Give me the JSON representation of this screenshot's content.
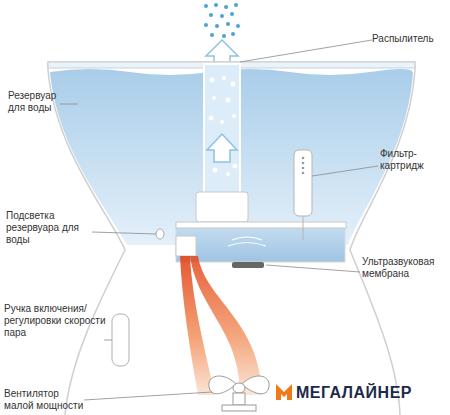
{
  "diagram": {
    "labels": [
      "Распылитель",
      "Резервуар для воды",
      "Фильтр-картридж",
      "Подсветка резервуара для воды",
      "Ультразвуковая мембрана",
      "Ручка включения/ регулировки скорости пара",
      "Вентилятор малой мощности",
      "МЕГАЛАЙНЕР"
    ]
  }
}
